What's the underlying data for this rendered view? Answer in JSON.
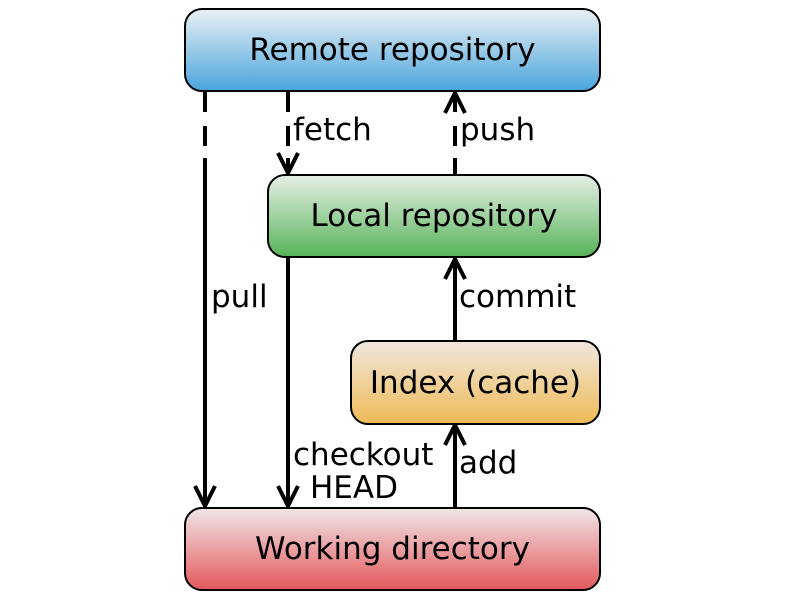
{
  "boxes": {
    "remote": "Remote repository",
    "local": "Local repository",
    "index": "Index (cache)",
    "working": "Working directory"
  },
  "labels": {
    "fetch": "fetch",
    "push": "push",
    "pull": "pull",
    "commit": "commit",
    "checkout_line1": "checkout",
    "checkout_line2": "HEAD",
    "add": "add"
  },
  "colors": {
    "remote": [
      "#e8eff3",
      "#4ba6de"
    ],
    "local": [
      "#e4eee4",
      "#59b55b"
    ],
    "index": [
      "#efe7dd",
      "#efbb58"
    ],
    "working": [
      "#f1e4e6",
      "#e45a5d"
    ]
  }
}
